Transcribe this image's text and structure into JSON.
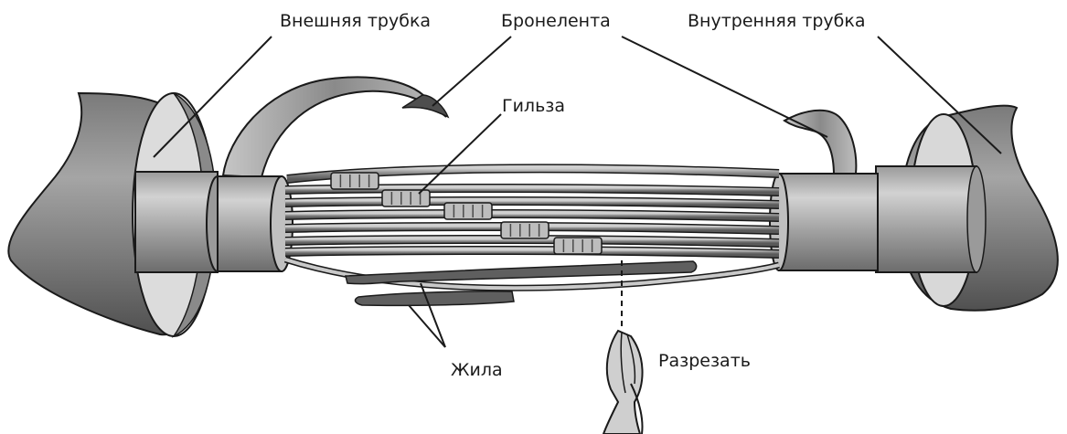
{
  "labels": {
    "outer_tube": "Внешняя трубка",
    "armor_tape": "Бронелента",
    "inner_tube": "Внутренняя трубка",
    "sleeve": "Гильза",
    "core": "Жила",
    "cut": "Разрезать"
  },
  "colors": {
    "tube_dark": "#6b6b6b",
    "tube_mid": "#8e8e8e",
    "tube_light": "#c4c4c4",
    "inner_tube_fill": "#b4b4b4",
    "tape": "#a8a8a8",
    "tape_dark": "#555555",
    "wire": "#7c7c7c",
    "wire_light": "#c9c9c9",
    "sleeve": "#bdbdbd",
    "outline": "#1a1a1a"
  }
}
